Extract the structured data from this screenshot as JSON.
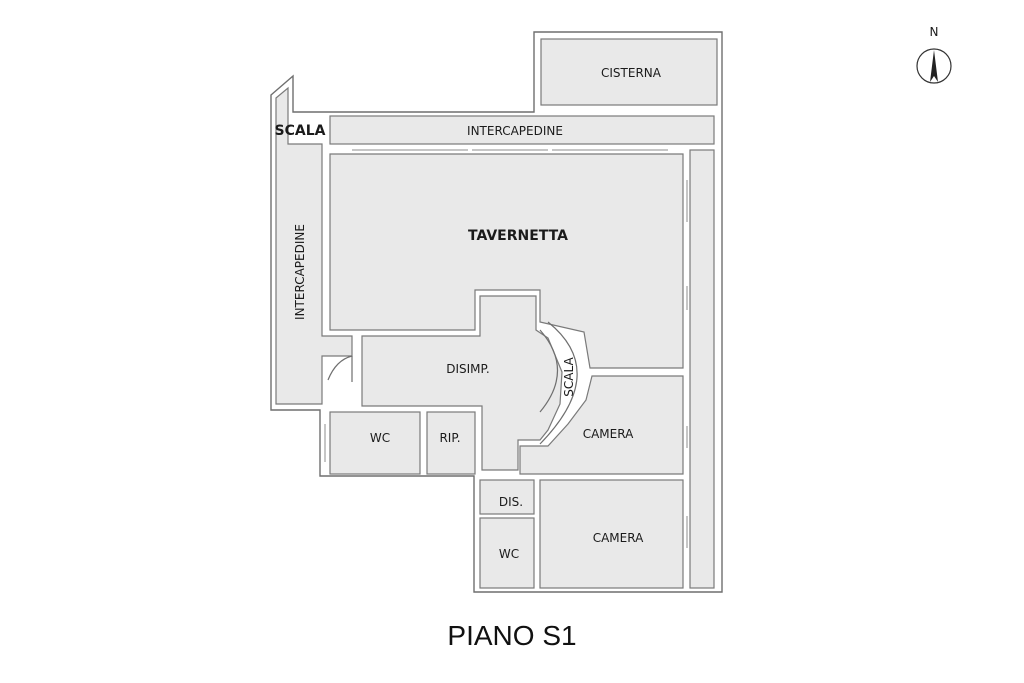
{
  "compass": {
    "label": "N"
  },
  "rooms": {
    "cisterna": "CISTERNA",
    "scala_top": "SCALA",
    "intercapedine_top": "INTERCAPEDINE",
    "intercapedine_side": "INTERCAPEDINE",
    "tavernetta": "TAVERNETTA",
    "disimp": "DISIMP.",
    "scala_stair": "SCALA",
    "wc_left": "WC",
    "rip": "RIP.",
    "camera_upper": "CAMERA",
    "dis": "DIS.",
    "wc_bottom": "WC",
    "camera_lower": "CAMERA"
  },
  "floor_title": "PIANO S1"
}
